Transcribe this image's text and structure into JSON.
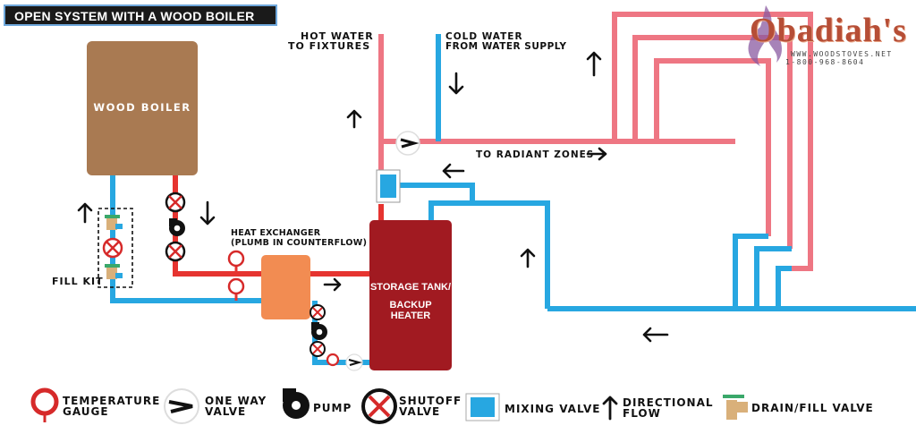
{
  "title": "OPEN SYSTEM WITH A WOOD BOILER",
  "logo": {
    "name": "Obadiah's",
    "website": "WWW.WOODSTOVES.NET",
    "phone": "1-800-968-8604"
  },
  "components": {
    "wood_boiler": "WOOD BOILER",
    "heat_exchanger_line1": "HEAT EXCHANGER",
    "heat_exchanger_line2": "(PLUMB IN COUNTERFLOW)",
    "storage_tank_line1": "STORAGE TANK/",
    "storage_tank_line2": "BACKUP HEATER",
    "fill_kit": "FILL KIT"
  },
  "flow_labels": {
    "hot_water_line1": "HOT WATER",
    "hot_water_line2": "TO FIXTURES",
    "cold_water_line1": "COLD WATER",
    "cold_water_line2": "FROM WATER SUPPLY",
    "radiant_zones": "TO RADIANT ZONES"
  },
  "legend": {
    "temperature_gauge_line1": "TEMPERATURE",
    "temperature_gauge_line2": "GAUGE",
    "one_way_valve_line1": "ONE WAY",
    "one_way_valve_line2": "VALVE",
    "pump": "PUMP",
    "shutoff_valve_line1": "SHUTOFF",
    "shutoff_valve_line2": "VALVE",
    "mixing_valve": "MIXING VALVE",
    "directional_flow_line1": "DIRECTIONAL",
    "directional_flow_line2": "FLOW",
    "drain_fill_valve": "DRAIN/FILL VALVE"
  },
  "colors": {
    "hot_pipe": "#e63430",
    "warm_pipe": "#ee7683",
    "cold_pipe": "#27a7e1",
    "boiler": "#a97a52",
    "heat_exchanger": "#f28c52",
    "storage_tank": "#a11a21",
    "gauge": "#d62a2a",
    "title_bg": "#1a1a1a",
    "logo": "#b64e36"
  }
}
